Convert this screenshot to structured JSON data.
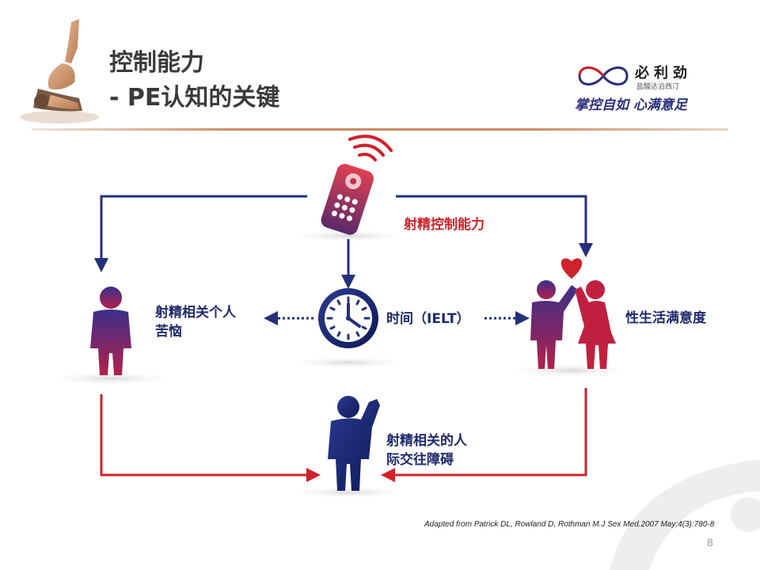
{
  "slide": {
    "title_line1": "控制能力",
    "title_line2": "- PE认知的关键",
    "page_number": "8",
    "citation": "Adapted from Patrick DL, Rowland D, Rothman M.J Sex Med.2007 May;4(3):780-8"
  },
  "logo": {
    "brand": "必利劲",
    "subtitle": "盐酸达泊西汀",
    "slogan": "掌控自如 心满意足"
  },
  "diagram": {
    "top_label": "射精控制能力",
    "center_label": "时间（IELT）",
    "left_label_line1": "射精相关个人",
    "left_label_line2": "苦恼",
    "right_label": "性生活满意度",
    "bottom_label_line1": "射精相关的人",
    "bottom_label_line2": "际交往障碍"
  },
  "colors": {
    "navy": "#24307a",
    "red": "#d0222b",
    "title": "#3a3a3a"
  }
}
